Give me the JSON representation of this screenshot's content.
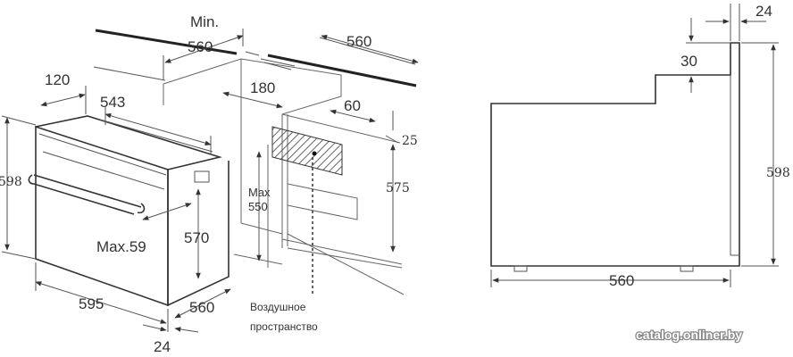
{
  "labels": {
    "min": "Min.",
    "d560_top_left": "560",
    "d560_top_right": "560",
    "d120": "120",
    "d543": "543",
    "d180": "180",
    "d60": "60",
    "d25": "25",
    "d575": "575",
    "d598_left": "598",
    "max550": "Max\n550",
    "max59": "Max.59",
    "d570": "570",
    "d595": "595",
    "d560_bottom": "560",
    "d24_bottom": "24",
    "air_note": "Воздушное\nпространство",
    "d24_top_right": "24",
    "d30": "30",
    "d598_right": "598",
    "d560_side": "560"
  },
  "watermark": "catalog.onliner.by",
  "colors": {
    "line": "#555555",
    "text": "#333333",
    "hatch": "#444444"
  }
}
